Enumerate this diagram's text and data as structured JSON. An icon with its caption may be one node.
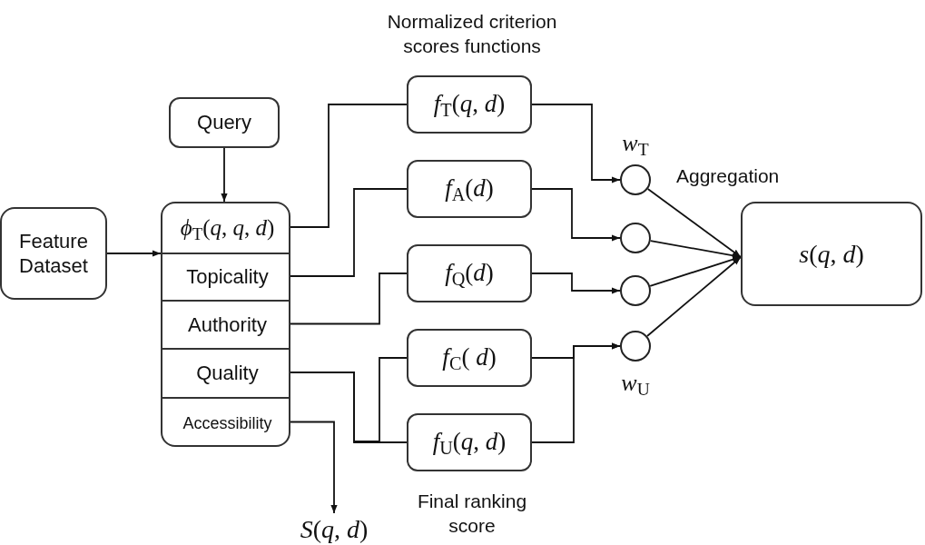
{
  "diagram": {
    "nodes": [
      {
        "text": [
          "Feature Dataset"
        ]
      },
      {
        "text": [
          "Query"
        ]
      },
      {
        "text": [],
        "shape": "box"
      },
      {
        "text": [
          "*ϕ*$_{T}$(*q*, *q*, *d*)"
        ],
        "in": 2
      },
      {
        "text": [
          "Topicality"
        ],
        "in": 2
      },
      {
        "text": [
          "Authority"
        ],
        "in": 2
      },
      {
        "text": [
          "Quality"
        ],
        "in": 2
      },
      {
        "text": [
          "Accessibility"
        ],
        "in": 2
      },
      {
        "text": [
          "*f*$_{T}$(*q*, *d*)"
        ]
      },
      {
        "text": [
          "*f*$_{A}$(*d*)"
        ]
      },
      {
        "text": [
          "*f*$_{Q}$(*d*)"
        ]
      },
      {
        "text": [
          "*f*$_{C}$( *d*)"
        ]
      },
      {
        "text": [
          "*f*$_{U}$(*q*, *d*)"
        ]
      },
      {
        "text": [],
        "shape": "circle",
        "beside": [
          "*w*$_{T}$"
        ]
      },
      {
        "text": [],
        "shape": "circle"
      },
      {
        "text": [],
        "shape": "circle"
      },
      {
        "text": [],
        "shape": "circle",
        "beside": [
          "*w*$_{U}$"
        ]
      },
      {
        "text": [
          "*s*(*q*, *d*)"
        ]
      },
      {
        "text": [
          "*S*(*q*, *d*)"
        ]
      }
    ],
    "edges": [
      {
        "from": 0,
        "to": 2,
        "arrow": "to"
      },
      {
        "from": 1,
        "to": 3,
        "arrow": "to"
      },
      {
        "from": 3,
        "to": 8,
        "arrow": "none"
      },
      {
        "from": 4,
        "to": 9,
        "arrow": "none"
      },
      {
        "from": 5,
        "to": 10,
        "arrow": "none"
      },
      {
        "from": 6,
        "to": 11,
        "arrow": "none"
      },
      {
        "from": 6,
        "to": 12,
        "arrow": "none"
      },
      {
        "from": 8,
        "to": 13,
        "arrow": "to"
      },
      {
        "from": 9,
        "to": 14,
        "arrow": "to"
      },
      {
        "from": 10,
        "to": 15,
        "arrow": "to"
      },
      {
        "from": 11,
        "to": 16,
        "arrow": "to"
      },
      {
        "from": 12,
        "to": 16,
        "arrow": "to"
      },
      {
        "from": 13,
        "to": 17,
        "arrow": "to"
      },
      {
        "from": 14,
        "to": 17,
        "arrow": "to"
      },
      {
        "from": 15,
        "to": 17,
        "arrow": "to"
      },
      {
        "from": 16,
        "to": 17,
        "arrow": "to"
      },
      {
        "from": 7,
        "to": 18,
        "arrow": "to"
      }
    ],
    "labels": [
      "Normalized criterion scores functions",
      "Aggregation",
      "Final ranking score"
    ]
  }
}
